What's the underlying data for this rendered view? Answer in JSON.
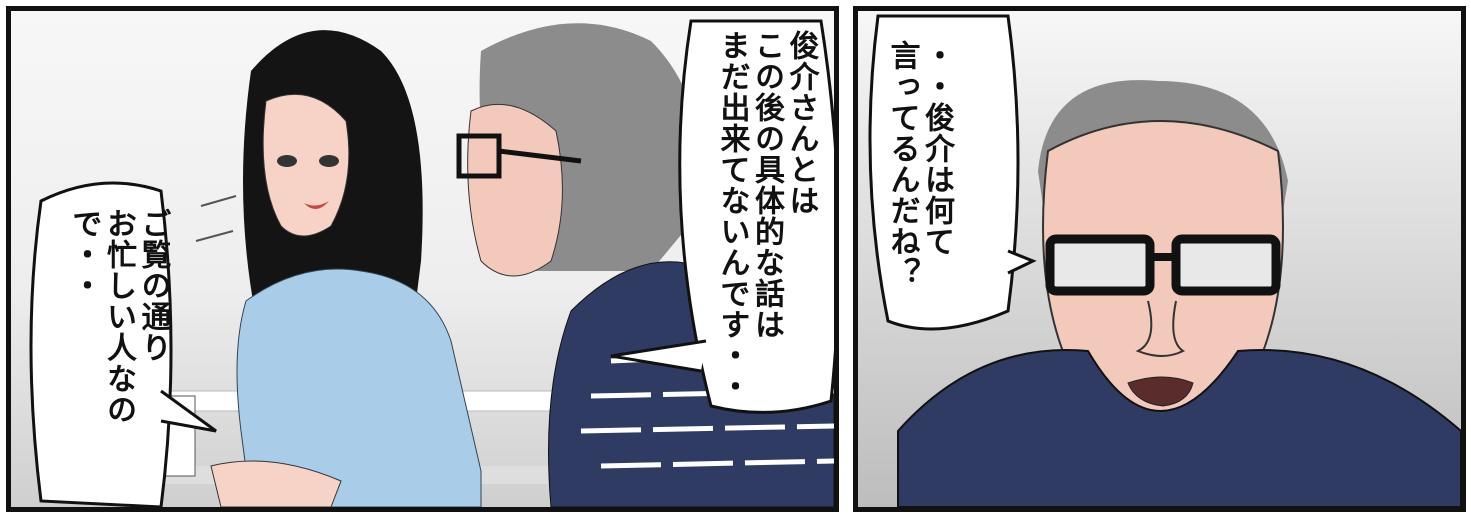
{
  "panels": [
    {
      "id": "left",
      "bubbles": [
        {
          "lines": [
            "俊介さんとは",
            "この後の具体的な話は",
            "まだ出来てないんです・・"
          ]
        },
        {
          "lines": [
            "ご覧の通り",
            "お忙しい人なので・・"
          ]
        }
      ]
    },
    {
      "id": "right",
      "bubbles": [
        {
          "lines": [
            "・・俊介は何て",
            "言ってるんだね？"
          ]
        }
      ]
    }
  ],
  "colors": {
    "border": "#111111",
    "shirt_woman": "#a9cde8",
    "shirt_man": "#2f3b63",
    "hair_woman": "#141414",
    "hair_man": "#8c8c8c",
    "skin": "#f6d3c6"
  }
}
